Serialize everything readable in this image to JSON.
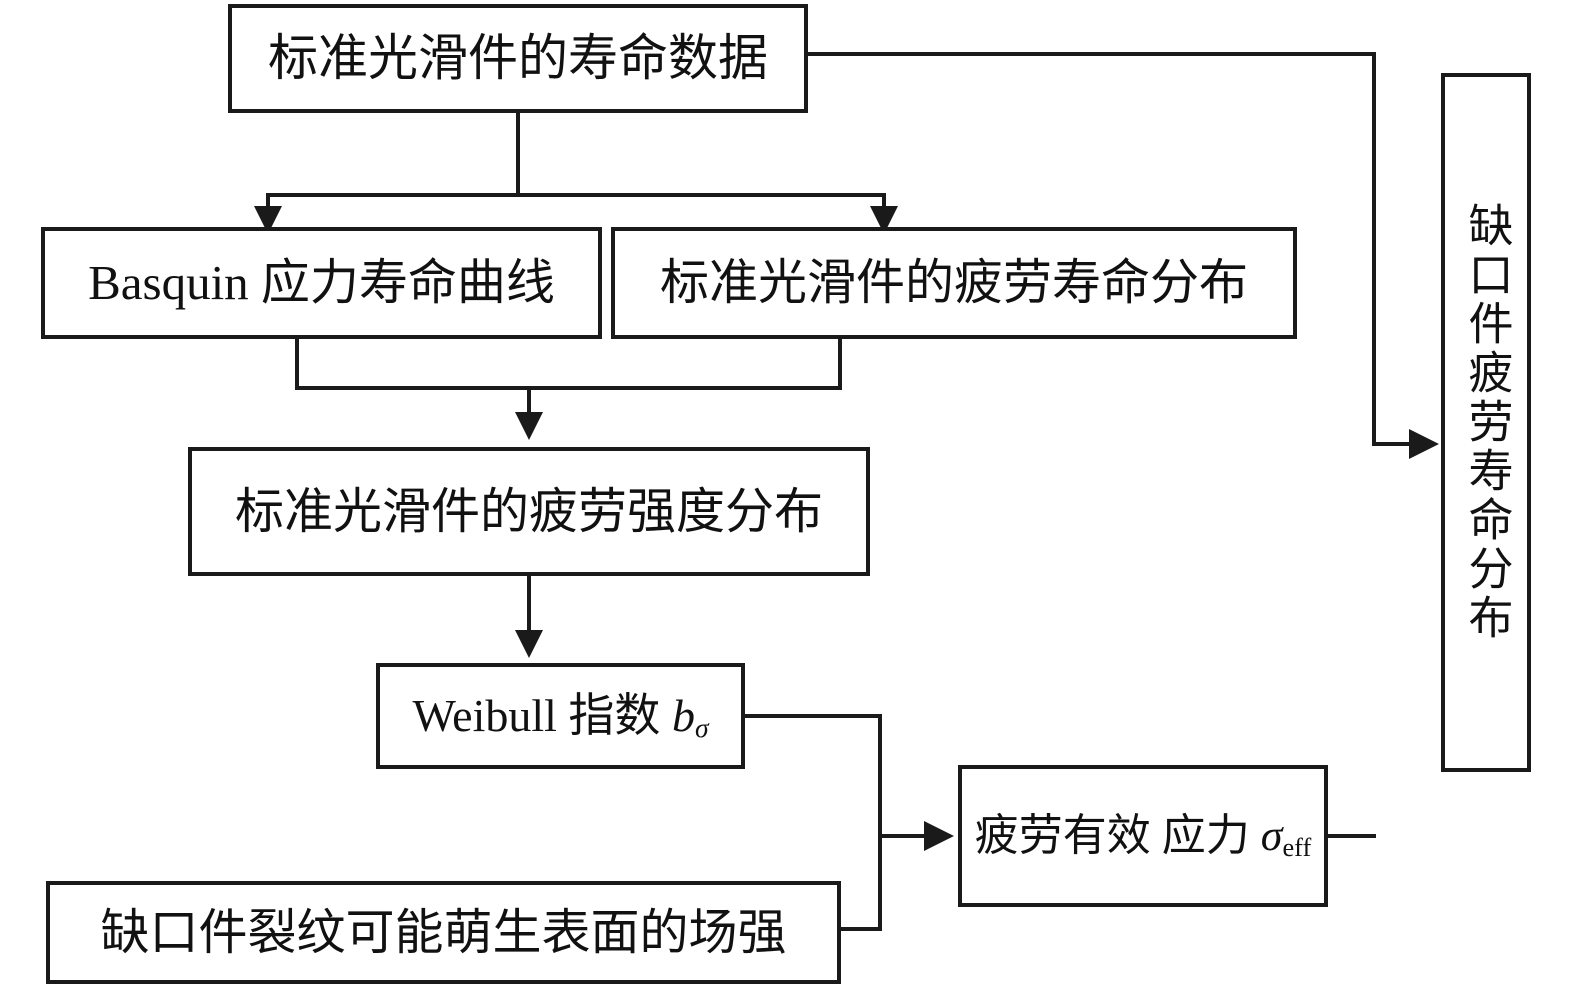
{
  "diagram": {
    "title": "缺口件疲劳寿命分布计算流程图",
    "type": "flowchart",
    "orientation": "top-down-with-right-collector",
    "line_color": "#1a1a1a",
    "background_color": "#ffffff",
    "box_fill": "#ffffff"
  },
  "nodes": {
    "life_data": {
      "label": "标准光滑件的寿命数据"
    },
    "basquin": {
      "label": "Basquin 应力寿命曲线"
    },
    "life_distribution": {
      "label": "标准光滑件的疲劳寿命分布"
    },
    "strength_distribution": {
      "label": "标准光滑件的疲劳强度分布"
    },
    "weibull": {
      "label_prefix": "Weibull 指数 ",
      "symbol": "b",
      "symbol_sub": "σ"
    },
    "field_strength": {
      "label": "缺口件裂纹可能萌生表面的场强"
    },
    "effective_stress": {
      "line1": "疲劳有效",
      "line2_prefix": "应力 ",
      "symbol": "σ",
      "symbol_sub": "eff"
    },
    "notched_life_distribution": {
      "label": "缺口件疲劳寿命分布"
    }
  },
  "edges": [
    {
      "from": "life_data",
      "to": "basquin",
      "arrow": "down"
    },
    {
      "from": "life_data",
      "to": "life_distribution",
      "arrow": "down"
    },
    {
      "from": "life_data",
      "to": "notched_life_distribution",
      "arrow": "right"
    },
    {
      "from": "basquin",
      "to": "strength_distribution",
      "arrow": "down"
    },
    {
      "from": "life_distribution",
      "to": "strength_distribution",
      "arrow": "down"
    },
    {
      "from": "strength_distribution",
      "to": "weibull",
      "arrow": "down"
    },
    {
      "from": "weibull",
      "to": "effective_stress",
      "arrow": "right"
    },
    {
      "from": "field_strength",
      "to": "effective_stress",
      "arrow": "right"
    },
    {
      "from": "effective_stress",
      "to": "notched_life_distribution",
      "arrow": "right"
    }
  ]
}
